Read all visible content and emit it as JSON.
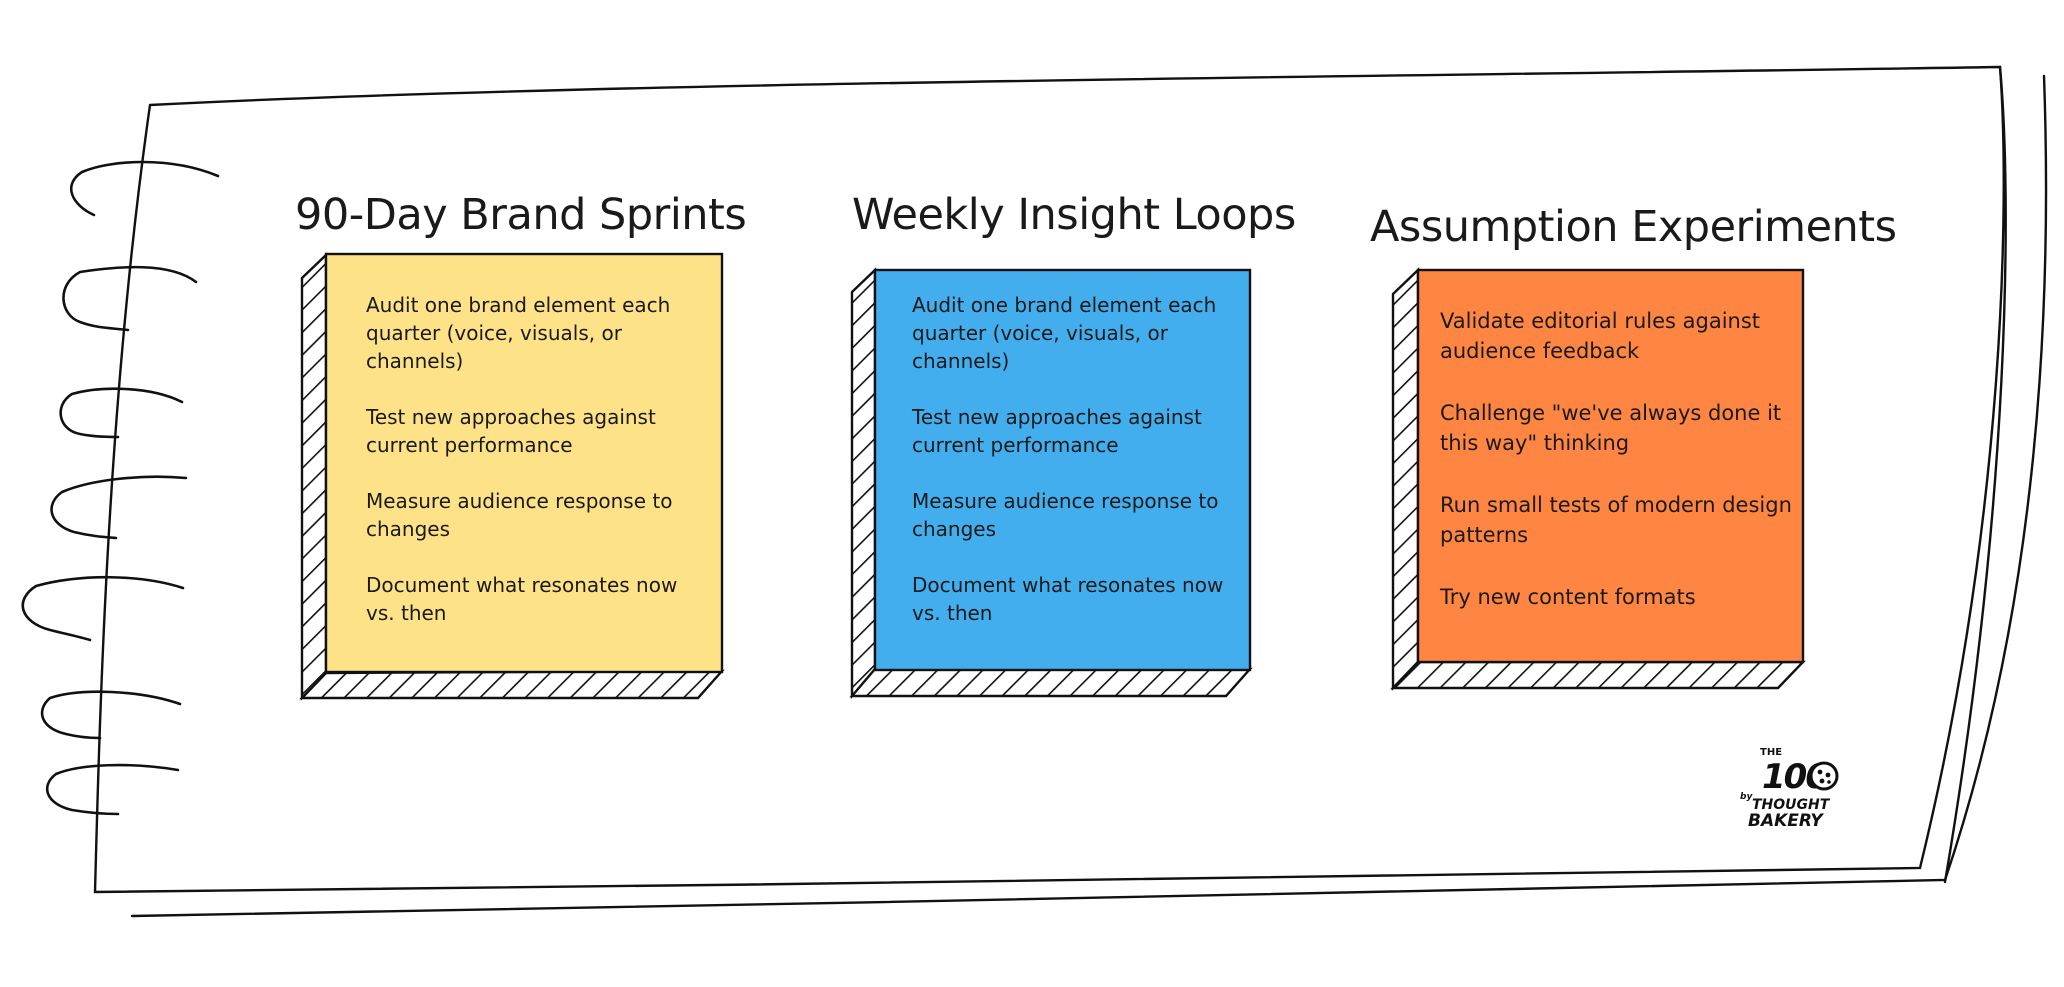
{
  "cards": [
    {
      "title": "90-Day Brand Sprints",
      "color": "#fde288",
      "items": [
        "Audit one brand element each\nquarter (voice, visuals, or\nchannels)",
        "Test new approaches against\ncurrent performance",
        " Measure audience response to\nchanges",
        " Document what resonates now\nvs. then"
      ]
    },
    {
      "title": "Weekly Insight Loops",
      "color": "#43aeee",
      "items": [
        "Audit one brand element each\nquarter (voice, visuals, or\nchannels)",
        "Test new approaches against\ncurrent performance",
        " Measure audience response to\nchanges",
        " Document what resonates now\nvs. then"
      ]
    },
    {
      "title": "Assumption Experiments",
      "color": "#fe8542",
      "items": [
        "Validate editorial rules against\naudience feedback",
        "Challenge \"we've always done it\nthis way\" thinking",
        "Run small tests of modern design\npatterns",
        "Try new content formats"
      ]
    }
  ],
  "logo": {
    "lines": [
      "THE",
      "100",
      "by",
      "THOUGHT",
      "BAKERY"
    ]
  }
}
